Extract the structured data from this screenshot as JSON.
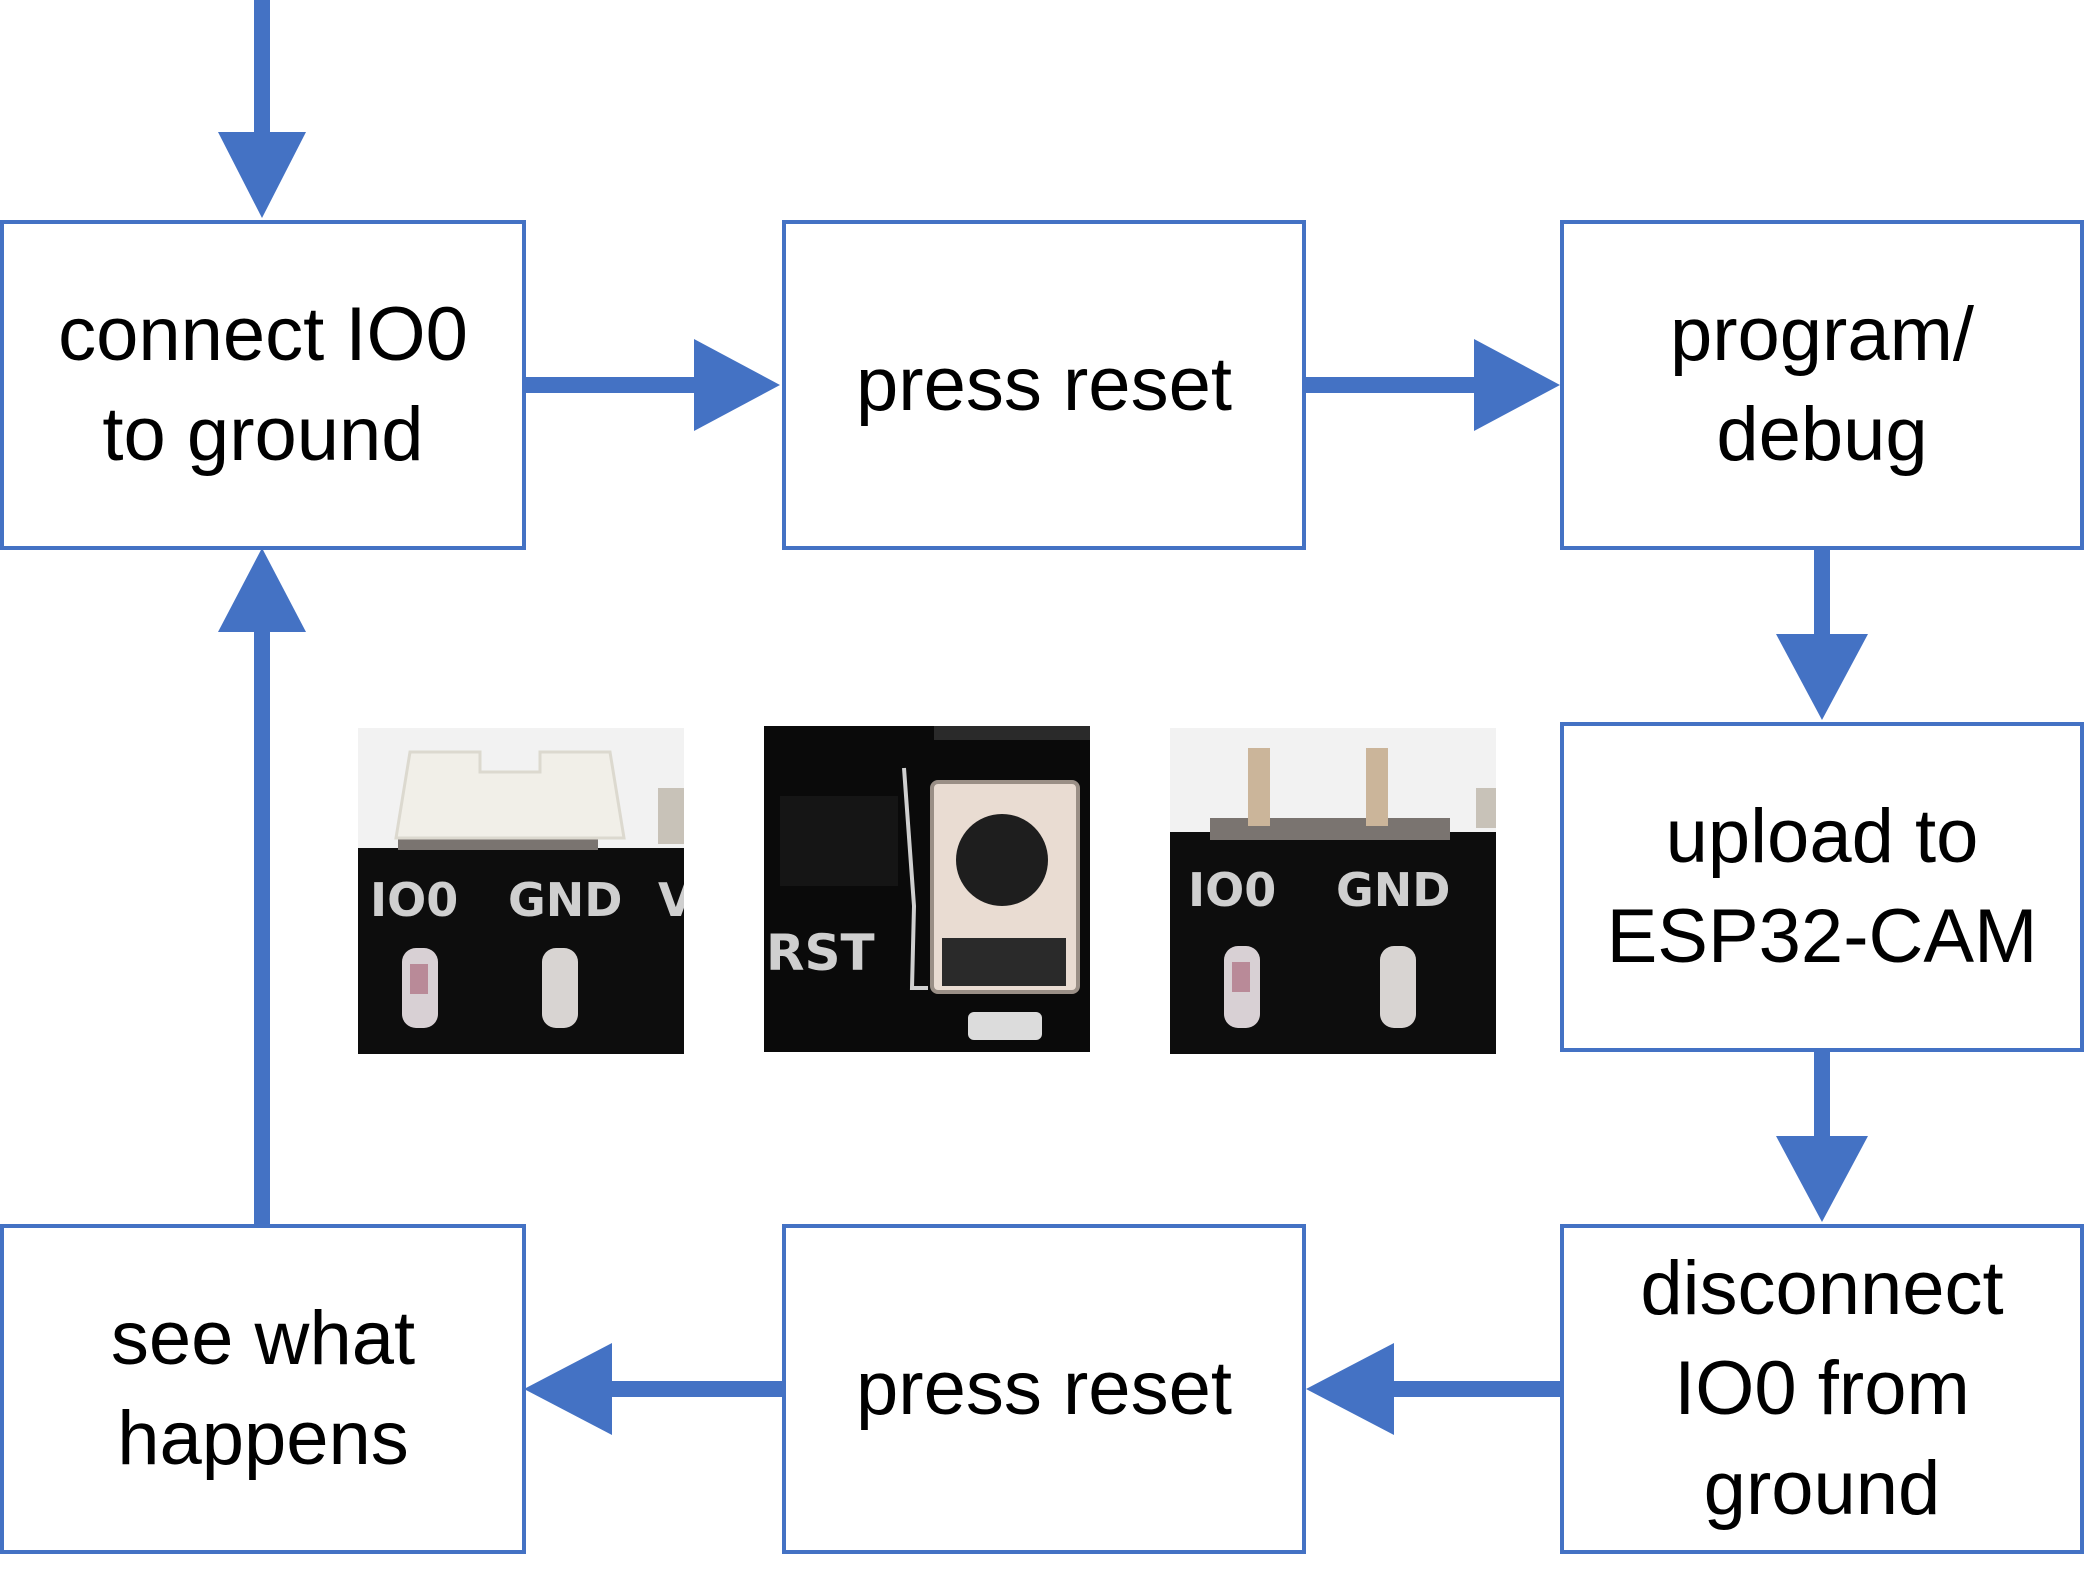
{
  "colors": {
    "accent": "#4472C4",
    "box_border": "#4472C4",
    "text": "#000000",
    "pcb": "#0d0d0d",
    "silkscreen": "#d6d6d6",
    "jumper": "#f1efe8"
  },
  "nodes": {
    "connect": "connect IO0\nto ground",
    "press_reset_top": "press reset",
    "program": "program/\ndebug",
    "upload": "upload to\nESP32-CAM",
    "disconnect": "disconnect\nIO0 from\nground",
    "press_reset_bottom": "press reset",
    "see": "see what\nhappens"
  },
  "photos": {
    "jumper": {
      "label_io0": "IO0",
      "label_gnd": "GND",
      "label_edge": "V"
    },
    "reset": {
      "label_rst": "RST"
    },
    "open": {
      "label_io0": "IO0",
      "label_gnd": "GND"
    }
  },
  "flow": [
    "entry → connect",
    "connect → press_reset_top",
    "press_reset_top → program",
    "program → upload",
    "upload → disconnect",
    "disconnect → press_reset_bottom",
    "press_reset_bottom → see",
    "see → connect"
  ]
}
